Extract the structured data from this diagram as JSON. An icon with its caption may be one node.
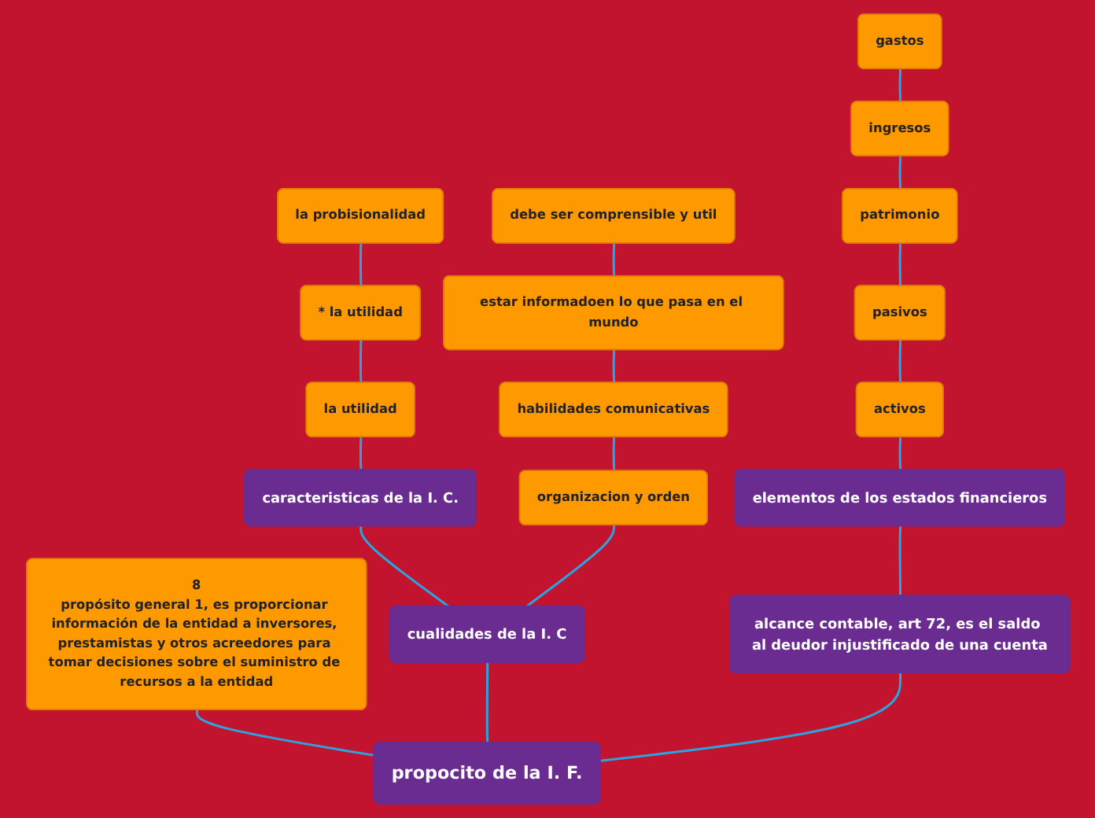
{
  "diagram": {
    "nodes": [
      {
        "text": [
          "propocito de la I. F."
        ]
      },
      {
        "text": [
          "cualidades de la I. C"
        ]
      },
      {
        "text": [
          "caracteristicas de la I. C."
        ]
      },
      {
        "text": [
          "la utilidad"
        ]
      },
      {
        "text": [
          "* la utilidad"
        ]
      },
      {
        "text": [
          "la probisionalidad"
        ]
      },
      {
        "text": [
          "organizacion y orden"
        ]
      },
      {
        "text": [
          "habilidades comunicativas"
        ]
      },
      {
        "text": [
          "estar informadoen lo que pasa en el mundo"
        ]
      },
      {
        "text": [
          "debe ser comprensible y util"
        ]
      },
      {
        "text": [
          "8",
          "propósito general 1, es proporcionar información de la entidad a inversores, prestamistas y otros acreedores para tomar decisiones sobre el suministro de recursos a la entidad"
        ]
      },
      {
        "text": [
          "alcance contable, art 72, es el saldo al deudor injustificado de una cuenta"
        ]
      },
      {
        "text": [
          "elementos de los estados financieros"
        ]
      },
      {
        "text": [
          "activos"
        ]
      },
      {
        "text": [
          "pasivos"
        ]
      },
      {
        "text": [
          "patrimonio"
        ]
      },
      {
        "text": [
          "ingresos"
        ]
      },
      {
        "text": [
          "gastos"
        ]
      }
    ],
    "edges": [
      {
        "from": 0,
        "to": 1,
        "arrow": "none"
      },
      {
        "from": 1,
        "to": 2,
        "arrow": "none"
      },
      {
        "from": 2,
        "to": 3,
        "arrow": "none"
      },
      {
        "from": 3,
        "to": 4,
        "arrow": "none"
      },
      {
        "from": 4,
        "to": 5,
        "arrow": "none"
      },
      {
        "from": 1,
        "to": 6,
        "arrow": "none"
      },
      {
        "from": 6,
        "to": 7,
        "arrow": "none"
      },
      {
        "from": 7,
        "to": 8,
        "arrow": "none"
      },
      {
        "from": 8,
        "to": 9,
        "arrow": "none"
      },
      {
        "from": 0,
        "to": 10,
        "arrow": "none"
      },
      {
        "from": 0,
        "to": 11,
        "arrow": "none"
      },
      {
        "from": 11,
        "to": 12,
        "arrow": "none"
      },
      {
        "from": 12,
        "to": 13,
        "arrow": "none"
      },
      {
        "from": 13,
        "to": 14,
        "arrow": "none"
      },
      {
        "from": 14,
        "to": 15,
        "arrow": "none"
      },
      {
        "from": 15,
        "to": 16,
        "arrow": "none"
      },
      {
        "from": 16,
        "to": 17,
        "arrow": "none"
      }
    ]
  }
}
